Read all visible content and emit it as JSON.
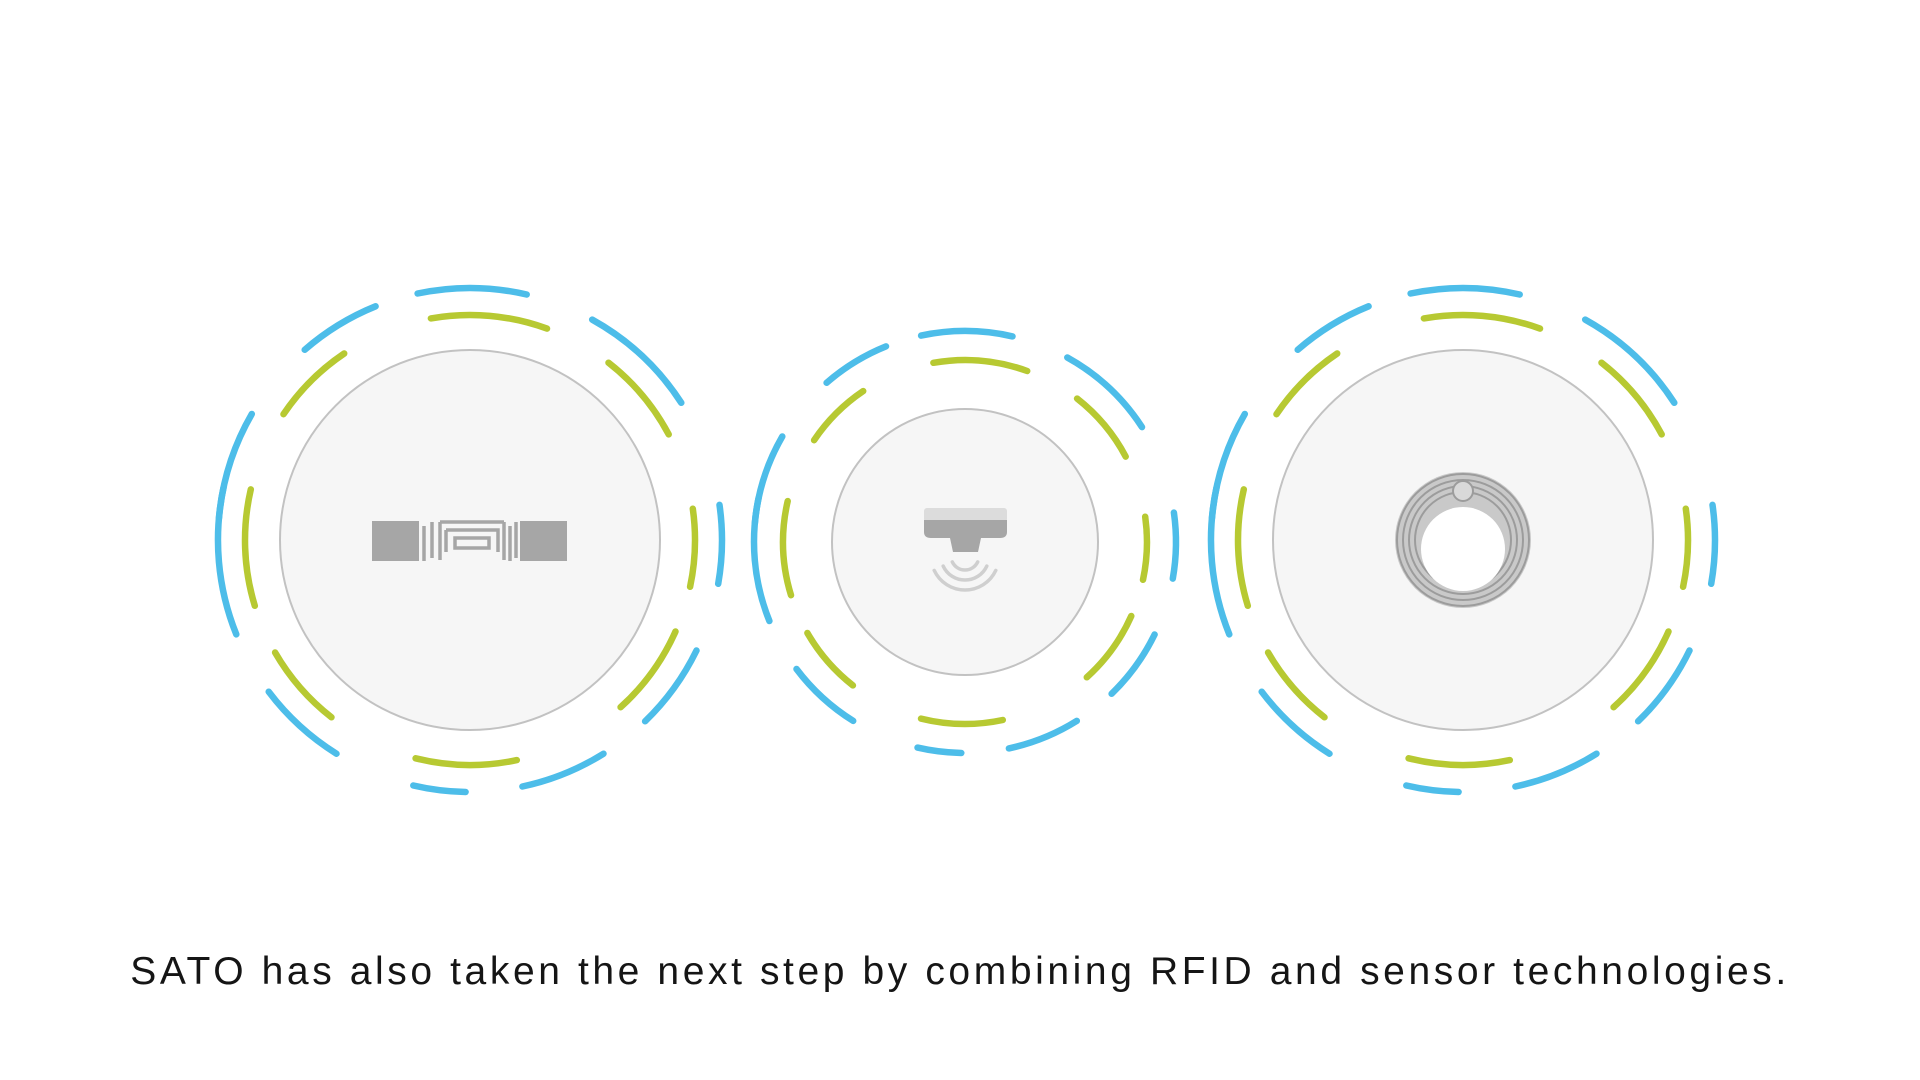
{
  "caption": "SATO has also taken the next step by combining RFID and sensor technologies.",
  "colors": {
    "background": "#ffffff",
    "outer_arc_blue": "#4dbde9",
    "inner_arc_green": "#b7c932",
    "circle_fill": "#f6f6f6",
    "circle_stroke": "#c2c2c2",
    "icon_gray": "#a6a6a6",
    "text": "#151515"
  },
  "badges": [
    {
      "name": "uhf-rfid-inlay",
      "icon": "rfid-inlay-icon"
    },
    {
      "name": "sensor-tag",
      "icon": "sensor-tag-icon"
    },
    {
      "name": "nfc-tag",
      "icon": "nfc-coil-icon"
    }
  ]
}
